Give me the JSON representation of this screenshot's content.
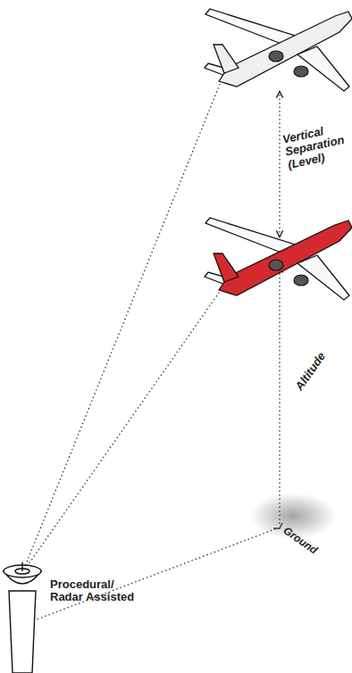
{
  "diagram": {
    "labels": [
      "Vertical Separation (Level)",
      "Altitude",
      "Ground",
      "Procedural/ Radar Assisted"
    ]
  }
}
